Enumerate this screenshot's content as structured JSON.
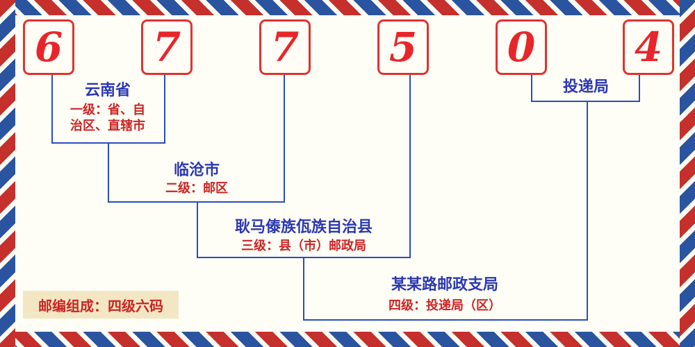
{
  "postal_code": {
    "digits": [
      "6",
      "7",
      "7",
      "5",
      "0",
      "4"
    ]
  },
  "levels": [
    {
      "name": "云南省",
      "desc_line1": "一级：省、自",
      "desc_line2": "治区、直辖市"
    },
    {
      "name": "临沧市",
      "desc": "二级：邮区"
    },
    {
      "name": "耿马傣族佤族自治县",
      "desc": "三级：县（市）邮政局"
    },
    {
      "name": "某某路邮政支局",
      "desc": "四级：投递局（区）"
    },
    {
      "name": "投递局"
    }
  ],
  "footer": {
    "composition": "邮编组成：四级六码"
  },
  "colors": {
    "digit_red": "#e8252a",
    "label_blue": "#2b38b2",
    "desc_red": "#cb2424",
    "line_blue": "#2b4cc0",
    "border_red": "#c5302c",
    "border_blue": "#2a549f",
    "footer_bg": "#f2e7c2",
    "background": "#fffef6"
  }
}
